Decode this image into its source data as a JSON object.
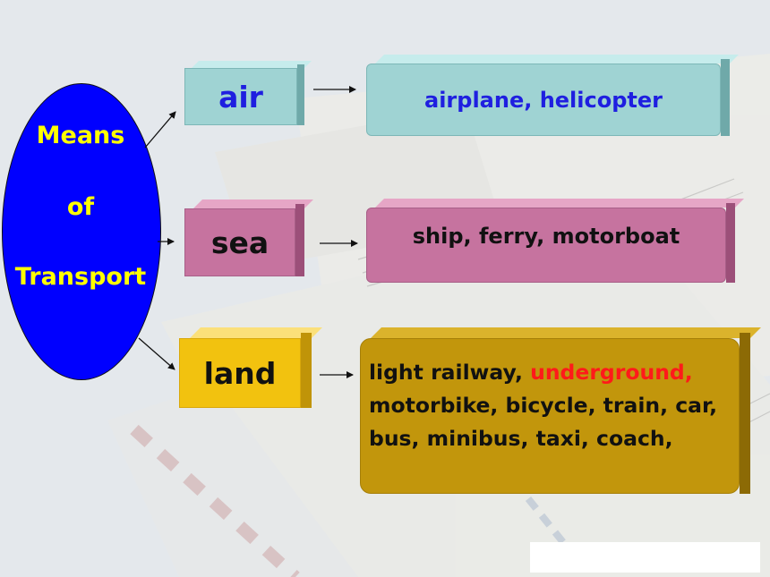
{
  "center": {
    "line1": "Means",
    "line2": "of",
    "line3": "Transport"
  },
  "categories": [
    {
      "label": "air",
      "examples": "airplane, helicopter"
    },
    {
      "label": "sea",
      "examples": "ship, ferry, motorboat"
    },
    {
      "label": "land",
      "examples_line1_a": "light railway, ",
      "examples_line1_b": "underground,",
      "examples_line2": "motorbike, bicycle, train, car,",
      "examples_line3": "bus, minibus, taxi, coach,"
    }
  ],
  "colors": {
    "ellipse": "#0000ff",
    "center_text": "#ffff00",
    "air_box": "#9fd3d3",
    "air_text": "#1f1fe0",
    "sea_box": "#c6739f",
    "land_box": "#f2c20f",
    "land_examples_box": "#c2960c",
    "highlight": "#ff1a1a"
  }
}
